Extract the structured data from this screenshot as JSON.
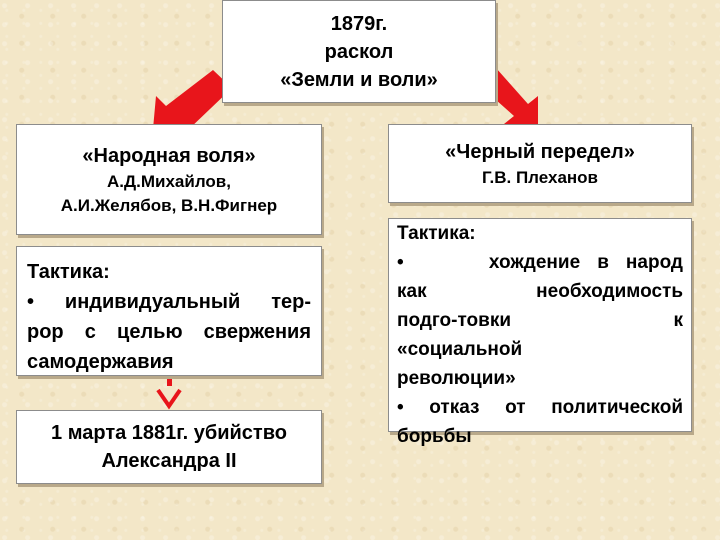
{
  "top": {
    "year": "1879г.",
    "line2": "раскол",
    "line3": "«Земли и воли»"
  },
  "left": {
    "title": "«Народная воля»",
    "people_line1": "А.Д.Михайлов,",
    "people_line2": "А.И.Желябов, В.Н.Фигнер",
    "tactic_label": "Тактика:",
    "tactic_lines": [
      "• индивидуальный тер-",
      "рор с целью свержения",
      "самодержавия"
    ],
    "result_line1": "1 марта 1881г.  убийство",
    "result_line2": "Александра II"
  },
  "right": {
    "title": "«Черный передел»",
    "people": "Г.В. Плеханов",
    "tactic_label": "Тактика:",
    "tactic_lines": [
      "•     хождение в народ",
      "как      необходимость",
      "подго-товки             к",
      "«социальной",
      "революции»",
      "• отказ от политической",
      "борьбы"
    ]
  },
  "colors": {
    "arrow": "#e8151b",
    "background": "#f3e7c8"
  }
}
